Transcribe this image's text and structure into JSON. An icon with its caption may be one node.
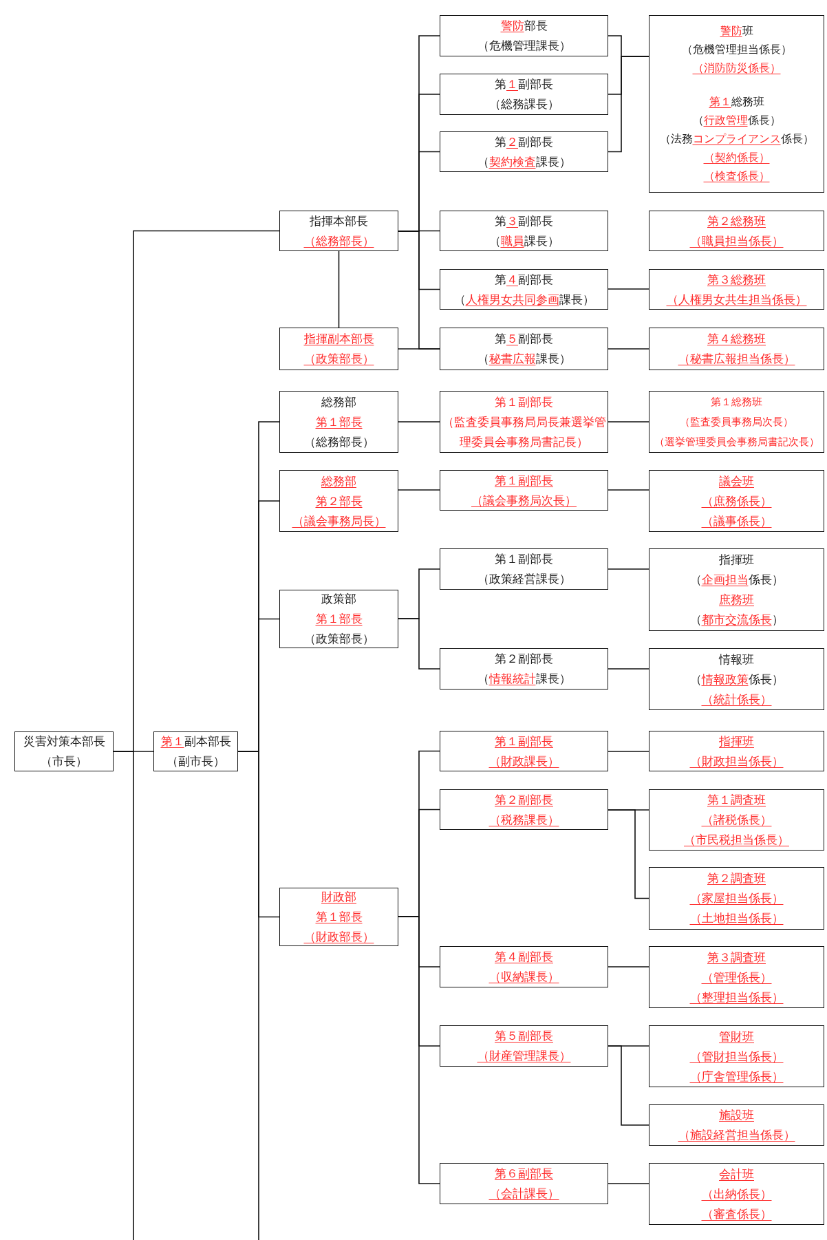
{
  "diagram": {
    "nodes": [
      {
        "text": [
          "**警防**部長",
          "（危機管理課長）"
        ]
      },
      {
        "text": [
          "**警防**班",
          "（危機管理担当係長）",
          "**（消防防災係長）**",
          "**第１**総務班",
          "（**行政管理**係長）",
          "（法務**コンプライアンス**係長）",
          "**（契約係長）**",
          "**（検査係長）**"
        ]
      },
      {
        "text": [
          "第**１**副部長",
          "（総務課長）"
        ]
      },
      {
        "text": [
          "第**２**副部長",
          "（**契約検査**課長）"
        ]
      },
      {
        "text": [
          "指揮本部長",
          "**（総務部長）**"
        ]
      },
      {
        "text": [
          "第**３**副部長",
          "（**職員**課長）"
        ]
      },
      {
        "text": [
          "**第２総務班**",
          "**（職員担当係長）**"
        ]
      },
      {
        "text": [
          "第**４**副部長",
          "（**人権男女共同参画**課長）"
        ]
      },
      {
        "text": [
          "**第３総務班**",
          "**（人権男女共生担当係長）**"
        ]
      },
      {
        "text": [
          "**指揮副本部長**",
          "**（政策部長）**"
        ]
      },
      {
        "text": [
          "第**５**副部長",
          "（**秘書広報**課長）"
        ]
      },
      {
        "text": [
          "**第４総務班**",
          "**（秘書広報担当係長）**"
        ]
      },
      {
        "text": [
          "総務部",
          "**第１部長**",
          "（総務部長）"
        ]
      },
      {
        "text": [
          "*第１副部長*",
          "*（監査委員事務局局長兼選挙管理委員会事務局書記長）*"
        ]
      },
      {
        "text": [
          "*第１総務班*",
          "*（監査委員事務局次長）*",
          "*（選挙管理委員会事務局書記次長）*"
        ]
      },
      {
        "text": [
          "**総務部**",
          "**第２部長**",
          "**（議会事務局長）**"
        ]
      },
      {
        "text": [
          "**第１副部長**",
          "**（議会事務局次長）**"
        ]
      },
      {
        "text": [
          "**議会班**",
          "**（庶務係長）**",
          "**（議事係長）**"
        ]
      },
      {
        "text": [
          "第１副部長",
          "（政策経営課長）"
        ]
      },
      {
        "text": [
          "指揮班",
          "（**企画担当**係長）",
          "**庶務班**",
          "（**都市交流係長**）"
        ]
      },
      {
        "text": [
          "政策部",
          "**第１部長**",
          "（政策部長）"
        ]
      },
      {
        "text": [
          "第２副部長",
          "（**情報統計**課長）"
        ]
      },
      {
        "text": [
          "情報班",
          "（**情報政策**係長）",
          "**（統計係長）**"
        ]
      },
      {
        "text": [
          "災害対策本部長",
          "（市長）"
        ]
      },
      {
        "text": [
          "**第１**副本部長",
          "（副市長）"
        ]
      },
      {
        "text": [
          "**第１副部長**",
          "**（財政課長）**"
        ]
      },
      {
        "text": [
          "**指揮班**",
          "**（財政担当係長）**"
        ]
      },
      {
        "text": [
          "**第２副部長**",
          "**（税務課長）**"
        ]
      },
      {
        "text": [
          "**第１調査班**",
          "**（諸税係長）**",
          "**（市民税担当係長）**"
        ]
      },
      {
        "text": [
          "**第２調査班**",
          "**（家屋担当係長）**",
          "**（土地担当係長）**"
        ]
      },
      {
        "text": [
          "**財政部**",
          "**第１部長**",
          "**（財政部長）**"
        ]
      },
      {
        "text": [
          "**第４副部長**",
          "**（収納課長）**"
        ]
      },
      {
        "text": [
          "**第３調査班**",
          "**（管理係長）**",
          "**（整理担当係長）**"
        ]
      },
      {
        "text": [
          "**第５副部長**",
          "**（財産管理課長）**"
        ]
      },
      {
        "text": [
          "**管財班**",
          "**（管財担当係長）**",
          "**（庁舎管理係長）**"
        ]
      },
      {
        "text": [
          "**施設班**",
          "**（施設経営担当係長）**"
        ]
      },
      {
        "text": [
          "**第６副部長**",
          "**（会計課長）**"
        ]
      },
      {
        "text": [
          "**会計班**",
          "**（出納係長）**",
          "**（審査係長）**"
        ]
      }
    ],
    "edges": [
      {
        "from": 23,
        "to": 4,
        "arrow": "none"
      },
      {
        "from": 23,
        "to": 24,
        "arrow": "none"
      },
      {
        "from": 23,
        "to": null,
        "arrow": "none"
      },
      {
        "from": 4,
        "to": 9,
        "arrow": "none"
      },
      {
        "from": 4,
        "to": 0,
        "arrow": "none"
      },
      {
        "from": 4,
        "to": 2,
        "arrow": "none"
      },
      {
        "from": 4,
        "to": 3,
        "arrow": "none"
      },
      {
        "from": 4,
        "to": 5,
        "arrow": "none"
      },
      {
        "from": 4,
        "to": 7,
        "arrow": "none"
      },
      {
        "from": 4,
        "to": 10,
        "arrow": "none"
      },
      {
        "from": 9,
        "to": 10,
        "arrow": "none"
      },
      {
        "from": 0,
        "to": 1,
        "arrow": "none"
      },
      {
        "from": 2,
        "to": 1,
        "arrow": "none"
      },
      {
        "from": 3,
        "to": 1,
        "arrow": "none"
      },
      {
        "from": 7,
        "to": 8,
        "arrow": "none"
      },
      {
        "from": 10,
        "to": 11,
        "arrow": "none"
      },
      {
        "from": 24,
        "to": 12,
        "arrow": "none"
      },
      {
        "from": 24,
        "to": 15,
        "arrow": "none"
      },
      {
        "from": 24,
        "to": 20,
        "arrow": "none"
      },
      {
        "from": 24,
        "to": 30,
        "arrow": "none"
      },
      {
        "from": 24,
        "to": null,
        "arrow": "none"
      },
      {
        "from": 12,
        "to": 13,
        "arrow": "none"
      },
      {
        "from": 13,
        "to": 14,
        "arrow": "none"
      },
      {
        "from": 15,
        "to": 16,
        "arrow": "none"
      },
      {
        "from": 16,
        "to": 17,
        "arrow": "none"
      },
      {
        "from": 20,
        "to": 18,
        "arrow": "none"
      },
      {
        "from": 20,
        "to": 21,
        "arrow": "none"
      },
      {
        "from": 18,
        "to": 19,
        "arrow": "none"
      },
      {
        "from": 21,
        "to": 22,
        "arrow": "none"
      },
      {
        "from": 30,
        "to": 25,
        "arrow": "none"
      },
      {
        "from": 30,
        "to": 27,
        "arrow": "none"
      },
      {
        "from": 30,
        "to": 31,
        "arrow": "none"
      },
      {
        "from": 30,
        "to": 33,
        "arrow": "none"
      },
      {
        "from": 30,
        "to": 36,
        "arrow": "none"
      },
      {
        "from": 25,
        "to": 26,
        "arrow": "none"
      },
      {
        "from": 27,
        "to": 28,
        "arrow": "none"
      },
      {
        "from": 27,
        "to": 29,
        "arrow": "none"
      },
      {
        "from": 31,
        "to": 32,
        "arrow": "none"
      },
      {
        "from": 33,
        "to": 34,
        "arrow": "none"
      },
      {
        "from": 33,
        "to": 35,
        "arrow": "none"
      },
      {
        "from": 36,
        "to": 37,
        "arrow": "none"
      }
    ]
  }
}
